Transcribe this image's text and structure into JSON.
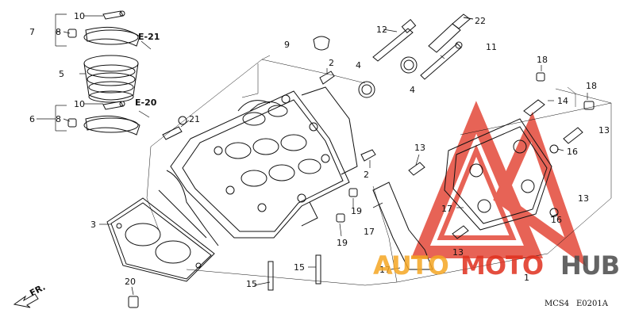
{
  "diagram": {
    "callouts": [
      {
        "id": "c10a",
        "text": "10"
      },
      {
        "id": "c7",
        "text": "7"
      },
      {
        "id": "c8a",
        "text": "8"
      },
      {
        "id": "c5",
        "text": "5"
      },
      {
        "id": "c10b",
        "text": "10"
      },
      {
        "id": "c6",
        "text": "6"
      },
      {
        "id": "c8b",
        "text": "8"
      },
      {
        "id": "c21",
        "text": "21"
      },
      {
        "id": "c9",
        "text": "9"
      },
      {
        "id": "c12",
        "text": "12"
      },
      {
        "id": "c22",
        "text": "22"
      },
      {
        "id": "c11",
        "text": "11"
      },
      {
        "id": "c4a",
        "text": "4"
      },
      {
        "id": "c4b",
        "text": "4"
      },
      {
        "id": "c2a",
        "text": "2"
      },
      {
        "id": "c18a",
        "text": "18"
      },
      {
        "id": "c18b",
        "text": "18"
      },
      {
        "id": "c14",
        "text": "14"
      },
      {
        "id": "c13a",
        "text": "13"
      },
      {
        "id": "c13b",
        "text": "13"
      },
      {
        "id": "c13c",
        "text": "13"
      },
      {
        "id": "c13d",
        "text": "13"
      },
      {
        "id": "c16a",
        "text": "16"
      },
      {
        "id": "c16b",
        "text": "16"
      },
      {
        "id": "c2b",
        "text": "2"
      },
      {
        "id": "c17a",
        "text": "17"
      },
      {
        "id": "c17b",
        "text": "17"
      },
      {
        "id": "c17c",
        "text": "17"
      },
      {
        "id": "c19a",
        "text": "19"
      },
      {
        "id": "c19b",
        "text": "19"
      },
      {
        "id": "c3",
        "text": "3"
      },
      {
        "id": "c15a",
        "text": "15"
      },
      {
        "id": "c15b",
        "text": "15"
      },
      {
        "id": "c20",
        "text": "20"
      },
      {
        "id": "c1",
        "text": "1"
      }
    ],
    "refs": {
      "e21": "E-21",
      "e20": "E-20"
    },
    "front_label": "FR.",
    "model_code": "MCS4",
    "figure_code": "E0201A"
  },
  "watermark": {
    "part1": "AUTO",
    "part2": "MOTO",
    "part3": "HUB",
    "colors": {
      "orange": "#f5a623",
      "red": "#e0301e",
      "gray": "#4a4a4a"
    }
  }
}
